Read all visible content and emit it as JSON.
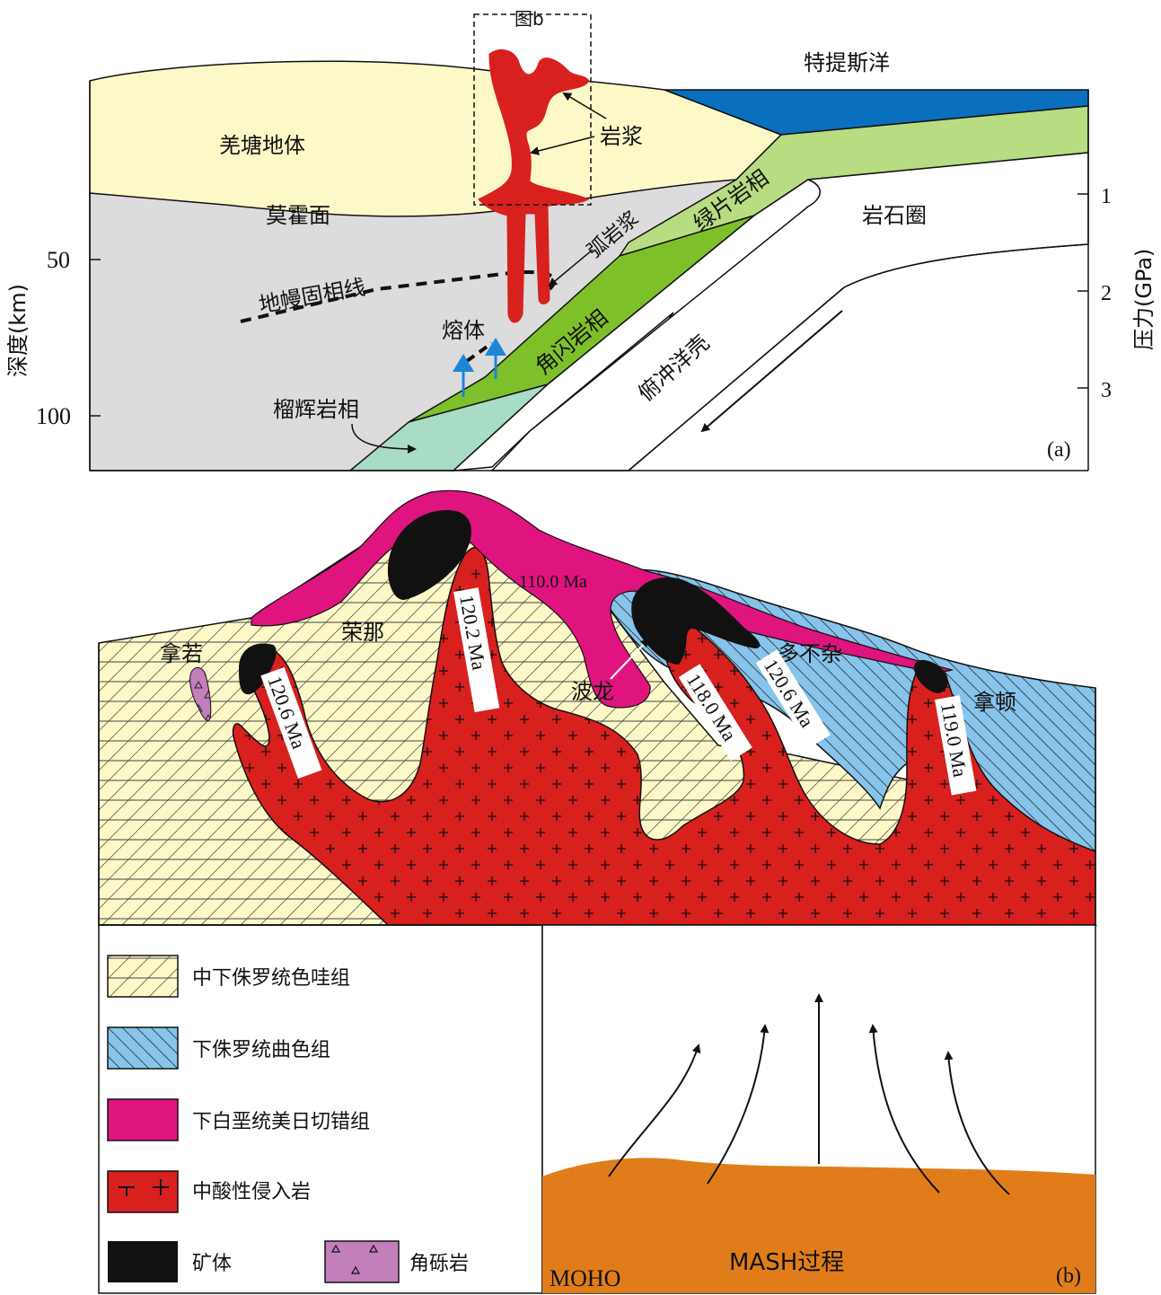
{
  "panel_a": {
    "box_label": "图b",
    "ocean": "特提斯洋",
    "qiangtang": "羌塘地体",
    "magma": "岩浆",
    "moho": "莫霍面",
    "arc_magma": "弧岩浆",
    "greenschist": "绿片岩相",
    "lithosphere": "岩石圈",
    "mantle_solidus": "地幔固相线",
    "melt": "熔体",
    "amphibolite": "角闪岩相",
    "subducting_crust": "俯冲洋壳",
    "eclogite": "榴辉岩相",
    "depth_axis_label": "深度(km)",
    "depth_ticks": [
      "50",
      "100"
    ],
    "pressure_axis_label": "压力(GPa)",
    "pressure_ticks": [
      "1",
      "2",
      "3"
    ],
    "panel_tag": "(a)"
  },
  "panel_b": {
    "naruo": "拿若",
    "rongna": "荣那",
    "bolong": "波龙",
    "duobuza": "多不杂",
    "nadun": "拿顿",
    "age_110": "110.0 Ma",
    "age_1202": "120.2 Ma",
    "age_1206_left": "120.6 Ma",
    "age_1180": "118.0 Ma",
    "age_1206_right": "120.6 Ma",
    "age_1190": "119.0 Ma"
  },
  "legend": {
    "items": [
      "中下侏罗统色哇组",
      "下侏罗统曲色组",
      "下白垩统美日切错组",
      "中酸性侵入岩",
      "矿体",
      "角砾岩"
    ]
  },
  "mash_panel": {
    "mash_label": "MASH过程",
    "moho_label": "MOHO",
    "panel_tag": "(b)"
  },
  "colors": {
    "qiangtang": "#fdf8c8",
    "mantle": "#dcdcdc",
    "ocean": "#0a6fbe",
    "greenschist": "#b8dc82",
    "amphibolite": "#7ec02a",
    "eclogite": "#a8dcc4",
    "magma": "#d8201e",
    "pink": "#e0147f",
    "blue": "#86c4ec",
    "orange": "#e07d1a",
    "breccia": "#c27fbc"
  }
}
